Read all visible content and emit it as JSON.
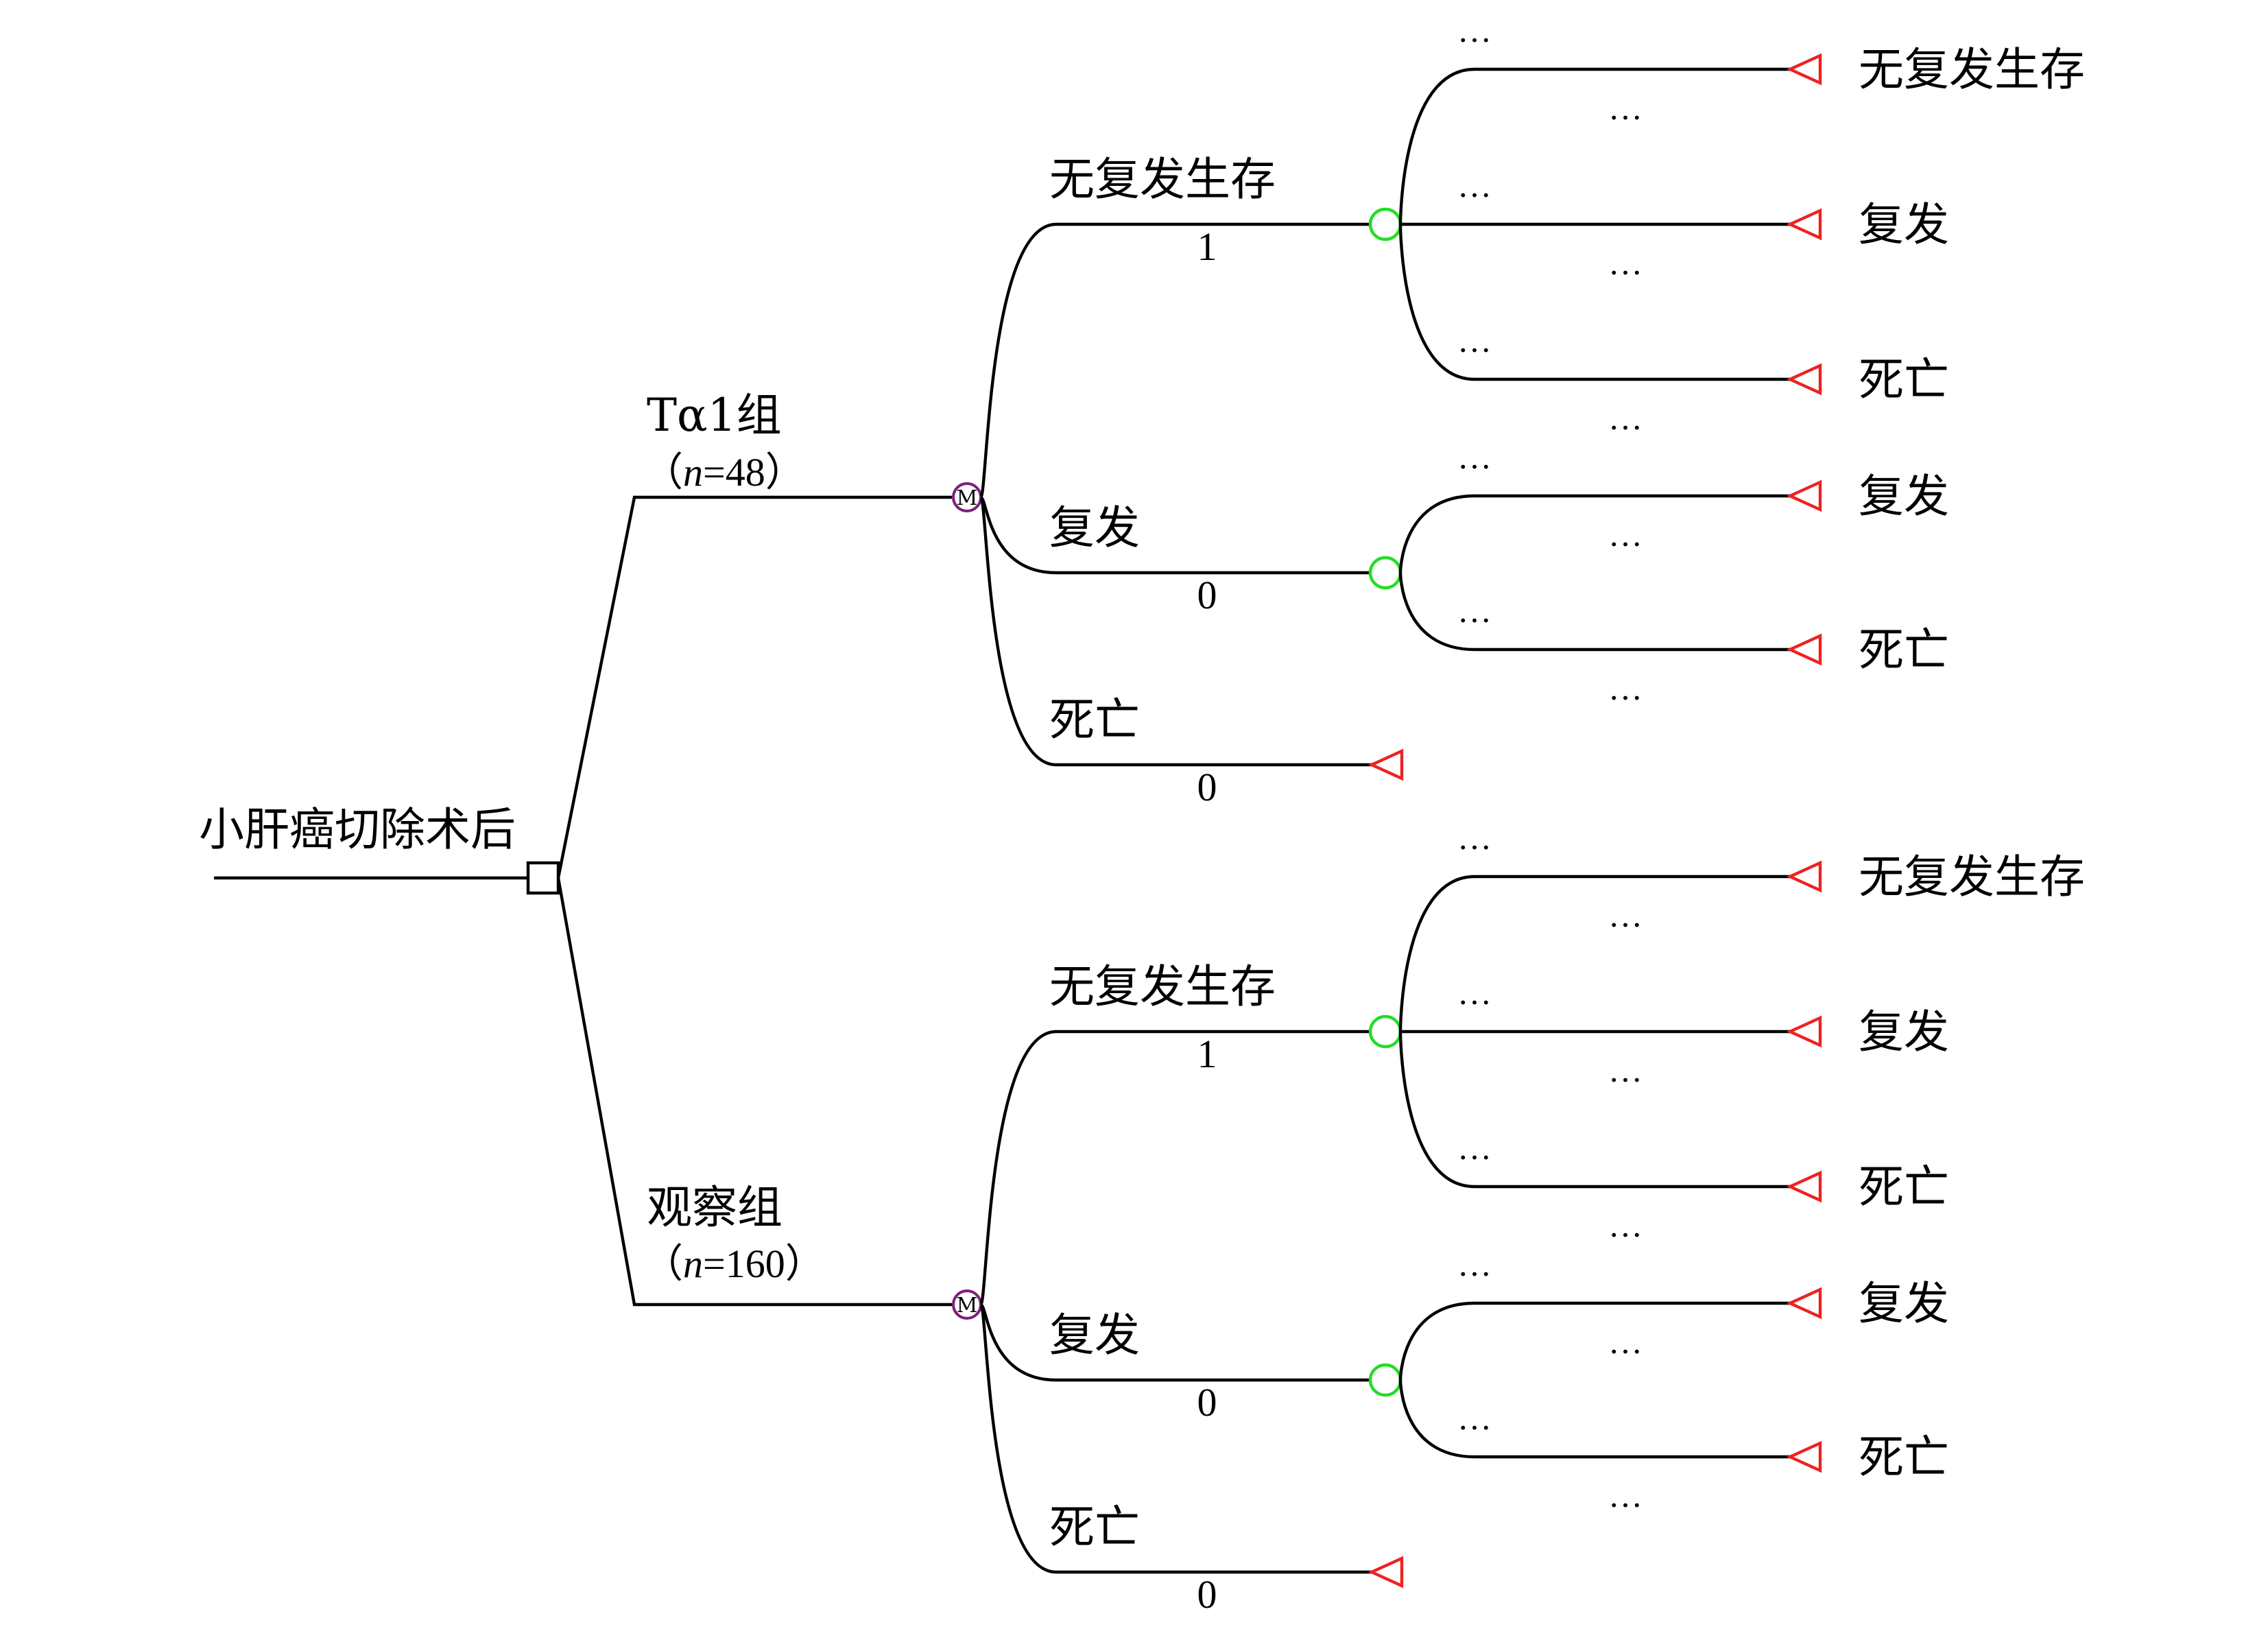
{
  "root": {
    "label": "小肝癌切除术后"
  },
  "arms": [
    {
      "name": "Tα1组",
      "size_prefix": "（",
      "n_symbol": "n",
      "n_text": "=48",
      "size_suffix": "）",
      "markov_symbol": "M"
    },
    {
      "name": "观察组",
      "size_prefix": "（",
      "n_symbol": "n",
      "n_text": "=160",
      "size_suffix": "）",
      "markov_symbol": "M"
    }
  ],
  "states": [
    {
      "label": "无复发生存",
      "initial_probability": "1",
      "transitions": [
        "无复发生存",
        "复发",
        "死亡"
      ]
    },
    {
      "label": "复发",
      "initial_probability": "0",
      "transitions": [
        "复发",
        "死亡"
      ]
    },
    {
      "label": "死亡",
      "initial_probability": "0",
      "transitions": []
    }
  ],
  "ellipsis": "…",
  "colors": {
    "markov_node": "#7b1f7b",
    "chance_node": "#22dd22",
    "terminal_node": "#ee2222",
    "decision_node": "#000000",
    "line": "#000000"
  }
}
